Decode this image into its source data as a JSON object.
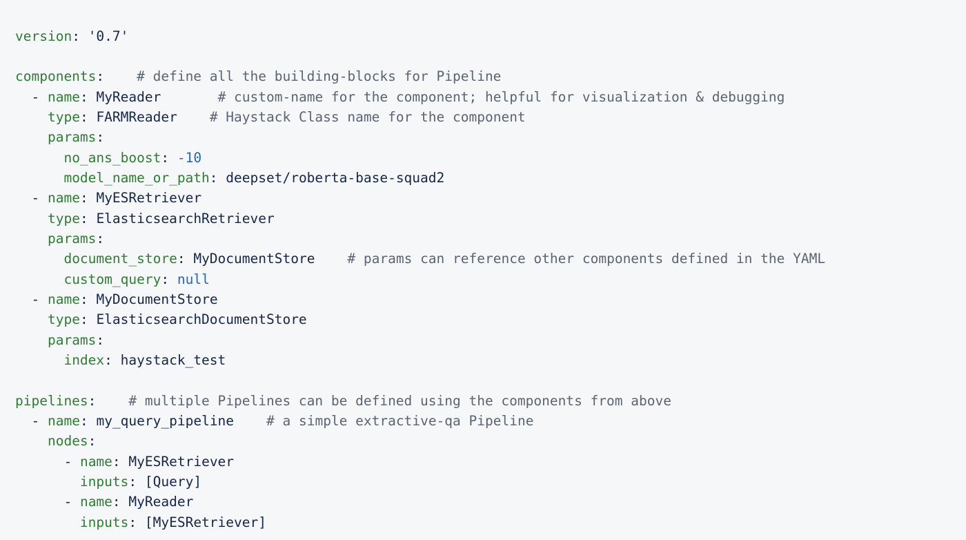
{
  "document": {
    "kind": "yaml-source-listing",
    "language": "YAML",
    "background_color": "#f6f7f9",
    "colors": {
      "key": "#2e7d32",
      "value": "#16264a",
      "number": "#2166c7",
      "null_literal": "#2166c7",
      "comment": "#5a6472",
      "punctuation": "#16264a"
    },
    "lines": [
      {
        "id": "line-1",
        "tokens": [
          {
            "t": "key",
            "s": "version"
          },
          {
            "t": "punct",
            "s": ":"
          },
          {
            "t": "plain",
            "s": " "
          },
          {
            "t": "str",
            "s": "'0.7'"
          }
        ]
      },
      {
        "id": "line-2",
        "tokens": []
      },
      {
        "id": "line-3",
        "tokens": [
          {
            "t": "key",
            "s": "components"
          },
          {
            "t": "punct",
            "s": ":"
          },
          {
            "t": "plain",
            "s": "    "
          },
          {
            "t": "comment",
            "s": "# define all the building-blocks for Pipeline"
          }
        ]
      },
      {
        "id": "line-4",
        "tokens": [
          {
            "t": "plain",
            "s": "  "
          },
          {
            "t": "dash",
            "s": "-"
          },
          {
            "t": "plain",
            "s": " "
          },
          {
            "t": "key",
            "s": "name"
          },
          {
            "t": "punct",
            "s": ":"
          },
          {
            "t": "plain",
            "s": " "
          },
          {
            "t": "value",
            "s": "MyReader"
          },
          {
            "t": "plain",
            "s": "       "
          },
          {
            "t": "comment",
            "s": "# custom-name for the component; helpful for visualization & debugging"
          }
        ]
      },
      {
        "id": "line-5",
        "tokens": [
          {
            "t": "plain",
            "s": "    "
          },
          {
            "t": "key",
            "s": "type"
          },
          {
            "t": "punct",
            "s": ":"
          },
          {
            "t": "plain",
            "s": " "
          },
          {
            "t": "value",
            "s": "FARMReader"
          },
          {
            "t": "plain",
            "s": "    "
          },
          {
            "t": "comment",
            "s": "# Haystack Class name for the component"
          }
        ]
      },
      {
        "id": "line-6",
        "tokens": [
          {
            "t": "plain",
            "s": "    "
          },
          {
            "t": "key",
            "s": "params"
          },
          {
            "t": "punct",
            "s": ":"
          }
        ]
      },
      {
        "id": "line-7",
        "tokens": [
          {
            "t": "plain",
            "s": "      "
          },
          {
            "t": "key",
            "s": "no_ans_boost"
          },
          {
            "t": "punct",
            "s": ":"
          },
          {
            "t": "plain",
            "s": " "
          },
          {
            "t": "num",
            "s": "-10"
          }
        ]
      },
      {
        "id": "line-8",
        "tokens": [
          {
            "t": "plain",
            "s": "      "
          },
          {
            "t": "key",
            "s": "model_name_or_path"
          },
          {
            "t": "punct",
            "s": ":"
          },
          {
            "t": "plain",
            "s": " "
          },
          {
            "t": "value",
            "s": "deepset/roberta-base-squad2"
          }
        ]
      },
      {
        "id": "line-9",
        "tokens": [
          {
            "t": "plain",
            "s": "  "
          },
          {
            "t": "dash",
            "s": "-"
          },
          {
            "t": "plain",
            "s": " "
          },
          {
            "t": "key",
            "s": "name"
          },
          {
            "t": "punct",
            "s": ":"
          },
          {
            "t": "plain",
            "s": " "
          },
          {
            "t": "value",
            "s": "MyESRetriever"
          }
        ]
      },
      {
        "id": "line-10",
        "tokens": [
          {
            "t": "plain",
            "s": "    "
          },
          {
            "t": "key",
            "s": "type"
          },
          {
            "t": "punct",
            "s": ":"
          },
          {
            "t": "plain",
            "s": " "
          },
          {
            "t": "value",
            "s": "ElasticsearchRetriever"
          }
        ]
      },
      {
        "id": "line-11",
        "tokens": [
          {
            "t": "plain",
            "s": "    "
          },
          {
            "t": "key",
            "s": "params"
          },
          {
            "t": "punct",
            "s": ":"
          }
        ]
      },
      {
        "id": "line-12",
        "tokens": [
          {
            "t": "plain",
            "s": "      "
          },
          {
            "t": "key",
            "s": "document_store"
          },
          {
            "t": "punct",
            "s": ":"
          },
          {
            "t": "plain",
            "s": " "
          },
          {
            "t": "value",
            "s": "MyDocumentStore"
          },
          {
            "t": "plain",
            "s": "    "
          },
          {
            "t": "comment",
            "s": "# params can reference other components defined in the YAML"
          }
        ]
      },
      {
        "id": "line-13",
        "tokens": [
          {
            "t": "plain",
            "s": "      "
          },
          {
            "t": "key",
            "s": "custom_query"
          },
          {
            "t": "punct",
            "s": ":"
          },
          {
            "t": "plain",
            "s": " "
          },
          {
            "t": "null",
            "s": "null"
          }
        ]
      },
      {
        "id": "line-14",
        "tokens": [
          {
            "t": "plain",
            "s": "  "
          },
          {
            "t": "dash",
            "s": "-"
          },
          {
            "t": "plain",
            "s": " "
          },
          {
            "t": "key",
            "s": "name"
          },
          {
            "t": "punct",
            "s": ":"
          },
          {
            "t": "plain",
            "s": " "
          },
          {
            "t": "value",
            "s": "MyDocumentStore"
          }
        ]
      },
      {
        "id": "line-15",
        "tokens": [
          {
            "t": "plain",
            "s": "    "
          },
          {
            "t": "key",
            "s": "type"
          },
          {
            "t": "punct",
            "s": ":"
          },
          {
            "t": "plain",
            "s": " "
          },
          {
            "t": "value",
            "s": "ElasticsearchDocumentStore"
          }
        ]
      },
      {
        "id": "line-16",
        "tokens": [
          {
            "t": "plain",
            "s": "    "
          },
          {
            "t": "key",
            "s": "params"
          },
          {
            "t": "punct",
            "s": ":"
          }
        ]
      },
      {
        "id": "line-17",
        "tokens": [
          {
            "t": "plain",
            "s": "      "
          },
          {
            "t": "key",
            "s": "index"
          },
          {
            "t": "punct",
            "s": ":"
          },
          {
            "t": "plain",
            "s": " "
          },
          {
            "t": "value",
            "s": "haystack_test"
          }
        ]
      },
      {
        "id": "line-18",
        "tokens": []
      },
      {
        "id": "line-19",
        "tokens": [
          {
            "t": "key",
            "s": "pipelines"
          },
          {
            "t": "punct",
            "s": ":"
          },
          {
            "t": "plain",
            "s": "    "
          },
          {
            "t": "comment",
            "s": "# multiple Pipelines can be defined using the components from above"
          }
        ]
      },
      {
        "id": "line-20",
        "tokens": [
          {
            "t": "plain",
            "s": "  "
          },
          {
            "t": "dash",
            "s": "-"
          },
          {
            "t": "plain",
            "s": " "
          },
          {
            "t": "key",
            "s": "name"
          },
          {
            "t": "punct",
            "s": ":"
          },
          {
            "t": "plain",
            "s": " "
          },
          {
            "t": "value",
            "s": "my_query_pipeline"
          },
          {
            "t": "plain",
            "s": "    "
          },
          {
            "t": "comment",
            "s": "# a simple extractive-qa Pipeline"
          }
        ]
      },
      {
        "id": "line-21",
        "tokens": [
          {
            "t": "plain",
            "s": "    "
          },
          {
            "t": "key",
            "s": "nodes"
          },
          {
            "t": "punct",
            "s": ":"
          }
        ]
      },
      {
        "id": "line-22",
        "tokens": [
          {
            "t": "plain",
            "s": "      "
          },
          {
            "t": "dash",
            "s": "-"
          },
          {
            "t": "plain",
            "s": " "
          },
          {
            "t": "key",
            "s": "name"
          },
          {
            "t": "punct",
            "s": ":"
          },
          {
            "t": "plain",
            "s": " "
          },
          {
            "t": "value",
            "s": "MyESRetriever"
          }
        ]
      },
      {
        "id": "line-23",
        "tokens": [
          {
            "t": "plain",
            "s": "        "
          },
          {
            "t": "key",
            "s": "inputs"
          },
          {
            "t": "punct",
            "s": ":"
          },
          {
            "t": "plain",
            "s": " "
          },
          {
            "t": "value",
            "s": "[Query]"
          }
        ]
      },
      {
        "id": "line-24",
        "tokens": [
          {
            "t": "plain",
            "s": "      "
          },
          {
            "t": "dash",
            "s": "-"
          },
          {
            "t": "plain",
            "s": " "
          },
          {
            "t": "key",
            "s": "name"
          },
          {
            "t": "punct",
            "s": ":"
          },
          {
            "t": "plain",
            "s": " "
          },
          {
            "t": "value",
            "s": "MyReader"
          }
        ]
      },
      {
        "id": "line-25",
        "tokens": [
          {
            "t": "plain",
            "s": "        "
          },
          {
            "t": "key",
            "s": "inputs"
          },
          {
            "t": "punct",
            "s": ":"
          },
          {
            "t": "plain",
            "s": " "
          },
          {
            "t": "value",
            "s": "[MyESRetriever]"
          }
        ]
      }
    ]
  }
}
